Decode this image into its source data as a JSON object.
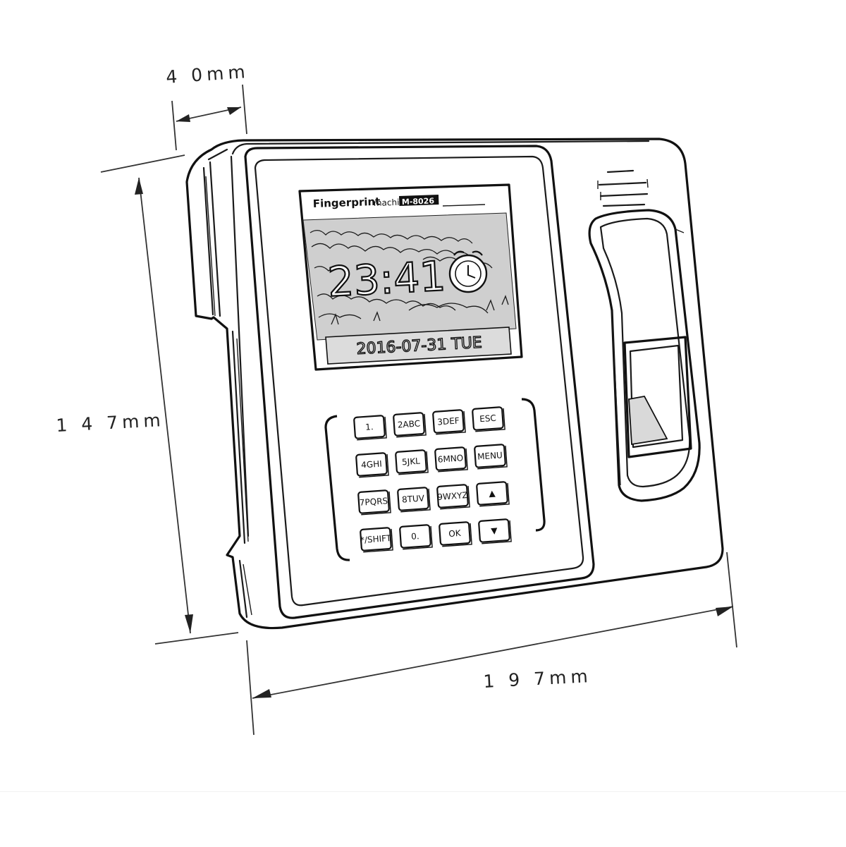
{
  "dimensions": {
    "depth": "4 0mm",
    "height": "1 4 7mm",
    "width": "1 9 7mm"
  },
  "screen": {
    "title_main": "Fingerprint",
    "title_small": "machine",
    "model": "M-8026",
    "time": "23:41",
    "date": "2016-07-31 TUE"
  },
  "keypad": [
    {
      "id": "1",
      "label": "1."
    },
    {
      "id": "2",
      "label": "2ABC"
    },
    {
      "id": "3",
      "label": "3DEF"
    },
    {
      "id": "esc",
      "label": "ESC"
    },
    {
      "id": "4",
      "label": "4GHI"
    },
    {
      "id": "5",
      "label": "5JKL"
    },
    {
      "id": "6",
      "label": "6MNO"
    },
    {
      "id": "menu",
      "label": "MENU"
    },
    {
      "id": "7",
      "label": "7PQRS"
    },
    {
      "id": "8",
      "label": "8TUV"
    },
    {
      "id": "9",
      "label": "9WXYZ"
    },
    {
      "id": "up",
      "label": "▲"
    },
    {
      "id": "star",
      "label": "*/SHIFT"
    },
    {
      "id": "0",
      "label": "0."
    },
    {
      "id": "ok",
      "label": "OK"
    },
    {
      "id": "down",
      "label": "▼"
    }
  ]
}
